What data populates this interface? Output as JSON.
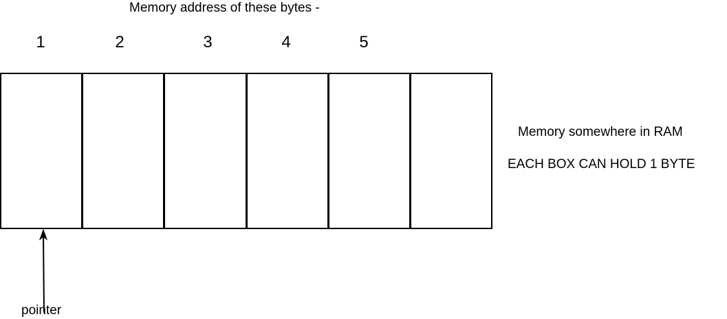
{
  "diagram": {
    "title": "Memory address of these bytes -",
    "addresses": [
      "1",
      "2",
      "3",
      "4",
      "5"
    ],
    "memory": {
      "box_count": 6,
      "description": "Memory somewhere in RAM",
      "capacity_note": "EACH BOX CAN HOLD 1 BYTE"
    },
    "pointer": {
      "label": "pointer",
      "points_to_address": "1"
    }
  }
}
